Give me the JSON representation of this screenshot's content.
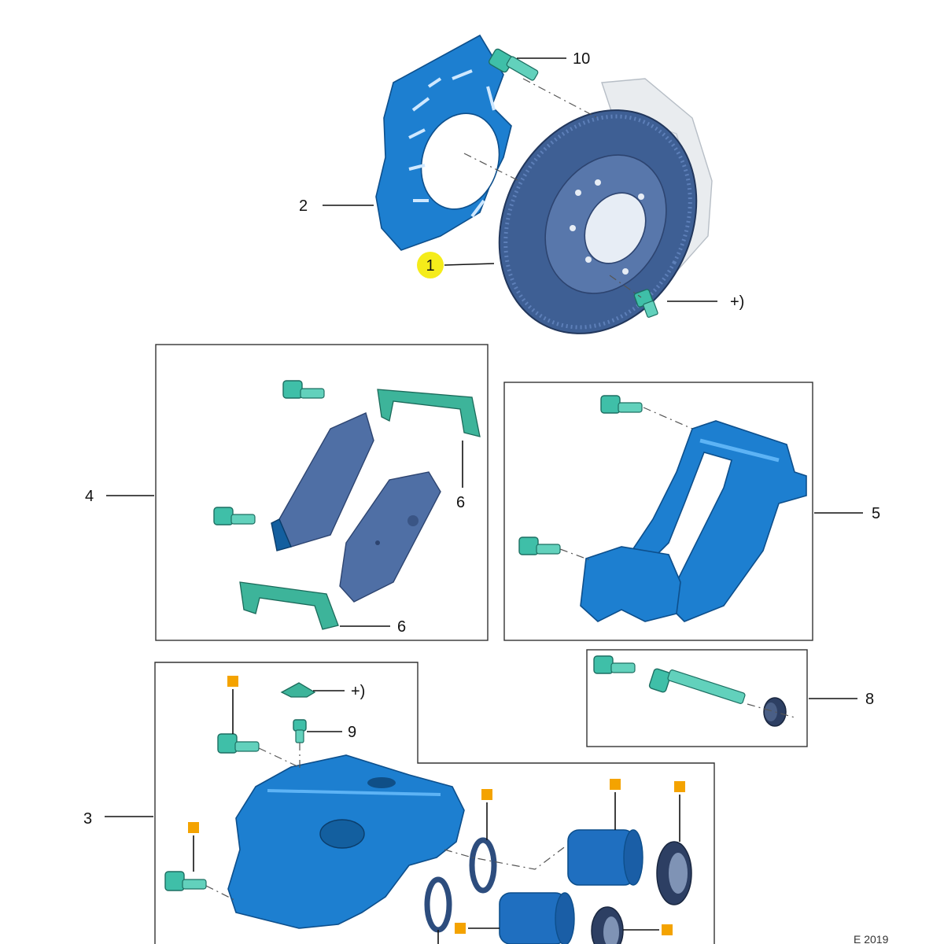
{
  "callouts": {
    "c1": "1",
    "c2": "2",
    "c3": "3",
    "c4": "4",
    "c5": "5",
    "c6a": "6",
    "c6b": "6",
    "c8": "8",
    "c9": "9",
    "c10": "10",
    "plus_top": "+)",
    "plus_bleeder": "+)"
  },
  "figure_code": "E 2019",
  "colors": {
    "highlight_callout": "#f5ec1a",
    "note_marker": "#f4a300"
  }
}
